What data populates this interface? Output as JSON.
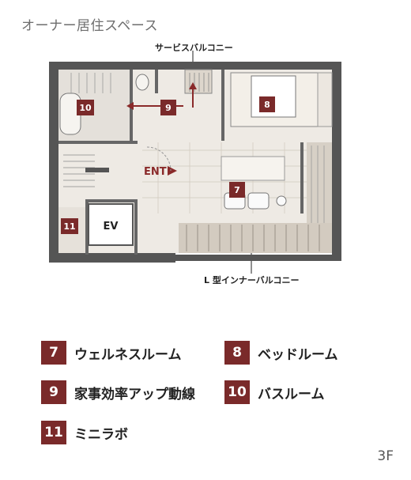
{
  "title": "オーナー居住スペース",
  "floor_label": "3F",
  "callouts": {
    "top": "サービスバルコニー",
    "bottom": "L 型インナーバルコニー"
  },
  "plan_labels": {
    "entrance": "ENT",
    "elevator": "EV"
  },
  "plan_markers": [
    "10",
    "9",
    "8",
    "7",
    "11"
  ],
  "colors": {
    "accent": "#7a2a2a"
  },
  "legend": [
    {
      "number": "7",
      "label": "ウェルネスルーム"
    },
    {
      "number": "8",
      "label": "ベッドルーム"
    },
    {
      "number": "9",
      "label": "家事効率アップ動線"
    },
    {
      "number": "10",
      "label": "バスルーム"
    },
    {
      "number": "11",
      "label": "ミニラボ"
    }
  ]
}
